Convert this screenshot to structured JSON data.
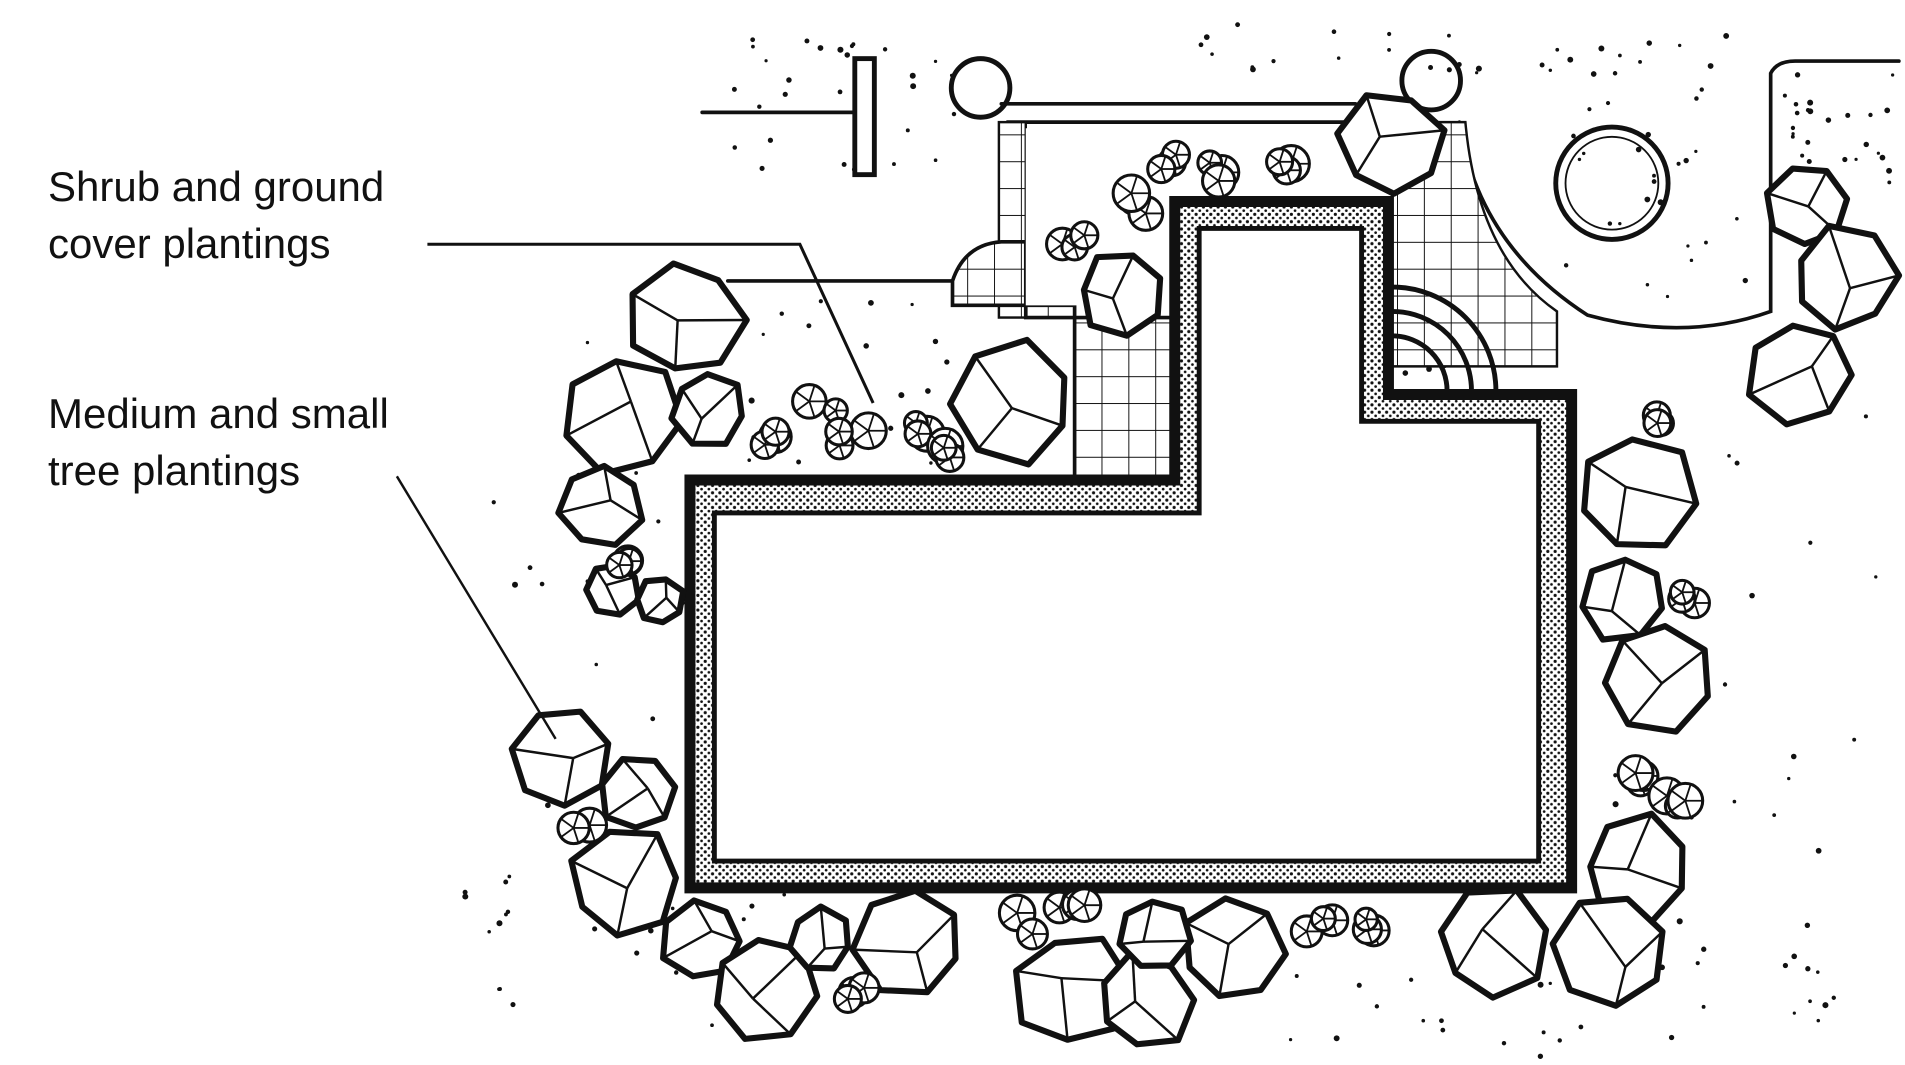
{
  "labels": {
    "shrub_line1": "Shrub and ground",
    "shrub_line2": "cover plantings",
    "tree_line1": "Medium and small",
    "tree_line2": "tree plantings"
  },
  "colors": {
    "ink": "#111111",
    "paper": "#ffffff"
  }
}
